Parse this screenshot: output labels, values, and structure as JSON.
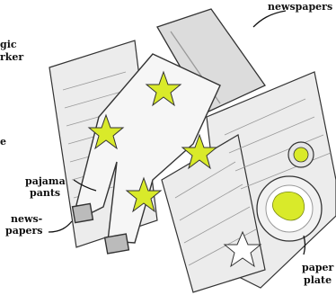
{
  "labels": {
    "newspapers_top": "newspapers",
    "magic_marker_1": "gic",
    "magic_marker_2": "rker",
    "pajama_1": "pajama",
    "pajama_2": "pants",
    "news_1": "news-",
    "news_2": "papers",
    "plate_1": "paper",
    "plate_2": "plate",
    "stray": "e"
  },
  "colors": {
    "star": "#d9ea2a",
    "stroke": "#2b2b2b",
    "paper": "#e7e7e7",
    "shadow": "#c8c8c8"
  },
  "icons": [
    "star-icon",
    "paper-plate-icon",
    "marker-cap-icon"
  ]
}
